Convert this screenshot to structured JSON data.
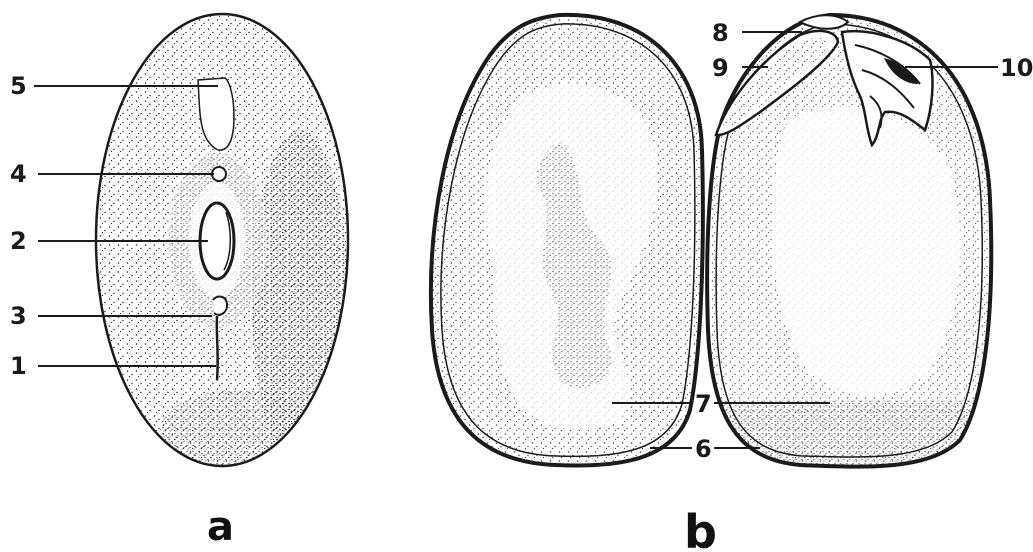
{
  "figure": {
    "panels": [
      {
        "id": "a",
        "label": "a"
      },
      {
        "id": "b",
        "label": "b"
      }
    ],
    "labels": {
      "l1": "1",
      "l2": "2",
      "l3": "3",
      "l4": "4",
      "l5": "5",
      "l6": "6",
      "l7": "7",
      "l8": "8",
      "l9": "9",
      "l10": "10"
    },
    "colors": {
      "ink": "#1a1a1a",
      "background": "#ffffff"
    }
  }
}
